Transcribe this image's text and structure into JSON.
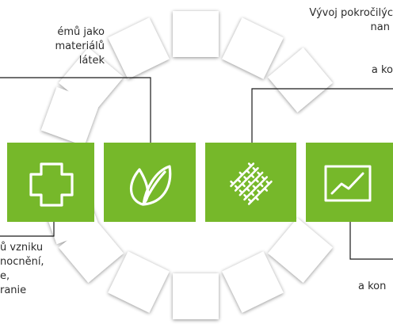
{
  "colors": {
    "tile": "#76b82a",
    "icon": "#ffffff",
    "petal": "#ffffff",
    "petal_shadow": "#9a9a9a",
    "leader": "#1a1a1a",
    "text": "#2b2b2b"
  },
  "icons": [
    "medical-cross-icon",
    "leaves-icon",
    "fiber-mesh-icon",
    "trend-chart-icon"
  ],
  "texts": {
    "top_left": [
      "émů jako",
      "materiálů",
      "látek"
    ],
    "top_right": [
      "Vývoj pokročilýc",
      "nan",
      "a ko"
    ],
    "bottom_left": [
      "ů vzniku",
      "nocnění,",
      "e,",
      "ranie"
    ],
    "bottom_right": [
      "a kon"
    ]
  }
}
